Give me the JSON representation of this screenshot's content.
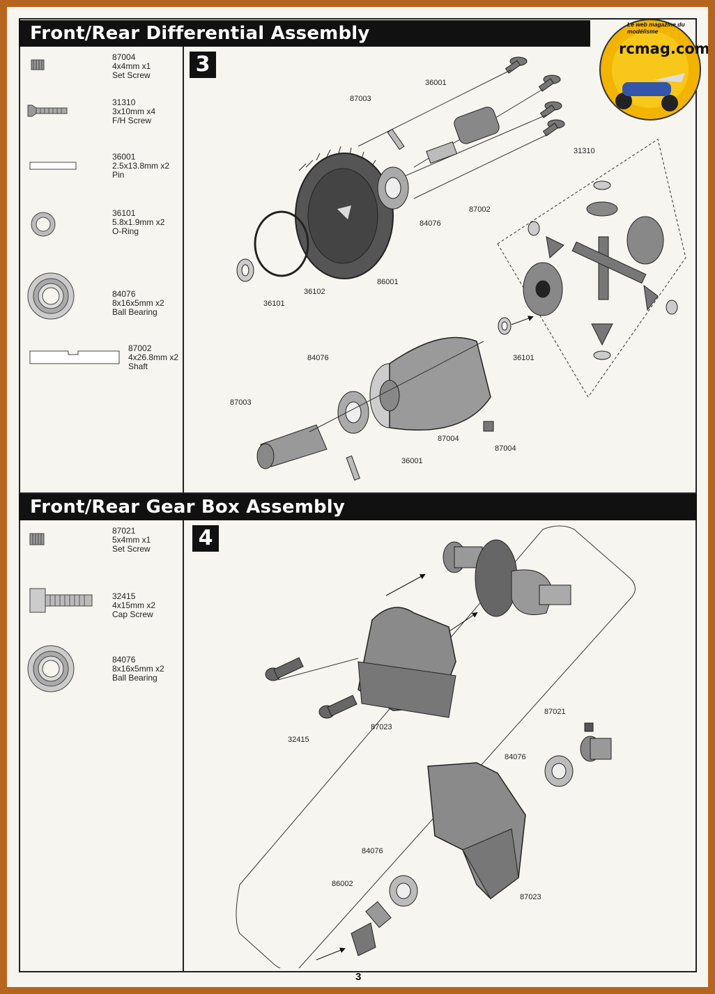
{
  "section1": {
    "title": "Front/Rear Differential Assembly",
    "step": "3",
    "parts": [
      {
        "code": "87004",
        "size": "4x4mm x1",
        "name": "Set Screw",
        "icon": "set-screw-icon"
      },
      {
        "code": "31310",
        "size": "3x10mm x4",
        "name": "F/H Screw",
        "icon": "flat-head-screw-icon"
      },
      {
        "code": "36001",
        "size": "2.5x13.8mm x2",
        "name": "Pin",
        "icon": "pin-icon"
      },
      {
        "code": "36101",
        "size": "5.8x1.9mm x2",
        "name": "O-Ring",
        "icon": "o-ring-icon"
      },
      {
        "code": "84076",
        "size": "8x16x5mm x2",
        "name": "Ball Bearing",
        "icon": "ball-bearing-icon"
      },
      {
        "code": "87002",
        "size": "4x26.8mm x2",
        "name": "Shaft",
        "icon": "shaft-icon"
      }
    ],
    "callouts": [
      "87003",
      "36001",
      "31310",
      "84076",
      "87002",
      "86001",
      "36102",
      "36101",
      "36101",
      "84076",
      "87003",
      "87004",
      "87004",
      "36001"
    ]
  },
  "section2": {
    "title": "Front/Rear Gear Box Assembly",
    "step": "4",
    "parts": [
      {
        "code": "87021",
        "size": "5x4mm x1",
        "name": "Set Screw",
        "icon": "set-screw-icon"
      },
      {
        "code": "32415",
        "size": "4x15mm x2",
        "name": "Cap Screw",
        "icon": "cap-screw-icon"
      },
      {
        "code": "84076",
        "size": "8x16x5mm x2",
        "name": "Ball Bearing",
        "icon": "ball-bearing-icon"
      }
    ],
    "callouts": [
      "32415",
      "87023",
      "87021",
      "84076",
      "84076",
      "86002",
      "87023"
    ]
  },
  "logo": {
    "name": "rcmag.com",
    "tagline": "Le web magazine du modélisme"
  },
  "page_number": "3"
}
